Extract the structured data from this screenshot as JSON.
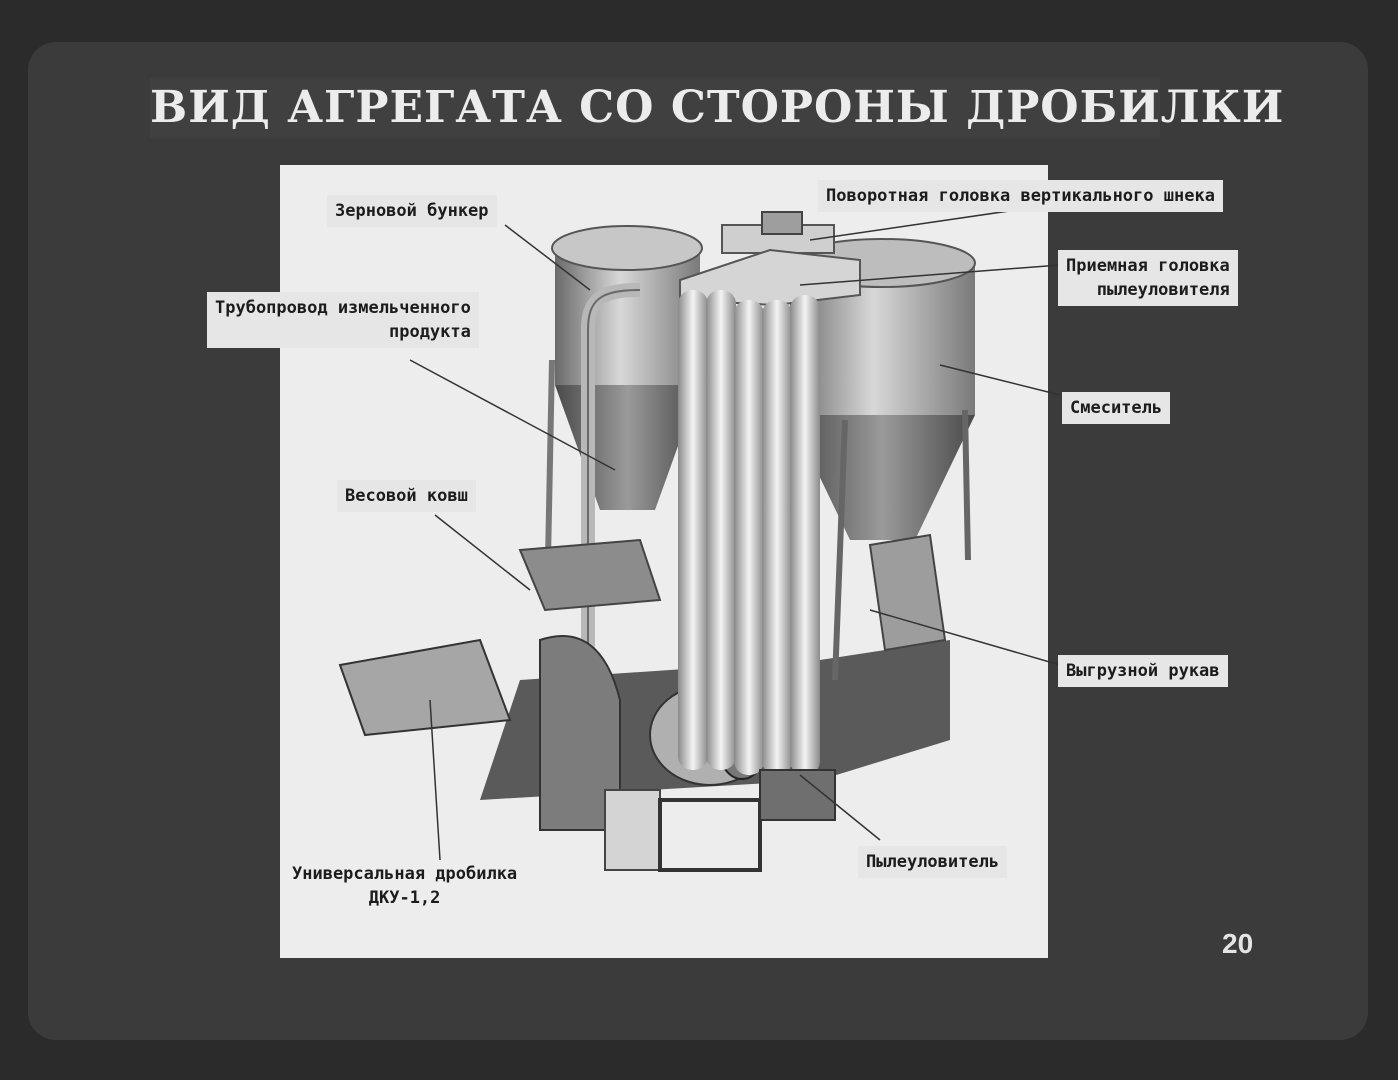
{
  "title": "ВИД АГРЕГАТА СО СТОРОНЫ ДРОБИЛКИ",
  "labels": {
    "grain_bunker": "Зерновой бункер",
    "pipeline_line1": "Трубопровод измельченного",
    "pipeline_line2": "продукта",
    "weighing_bucket": "Весовой ковш",
    "crusher_line1": "Универсальная дробилка",
    "crusher_line2": "ДКУ-1,2",
    "rotary_head": "Поворотная головка вертикального шнека",
    "receiving_head_line1": "Приемная головка",
    "receiving_head_line2": "пылеуловителя",
    "mixer": "Смеситель",
    "unloading_sleeve": "Выгрузной рукав",
    "dust_collector": "Пылеуловитель"
  },
  "page_number": "20"
}
